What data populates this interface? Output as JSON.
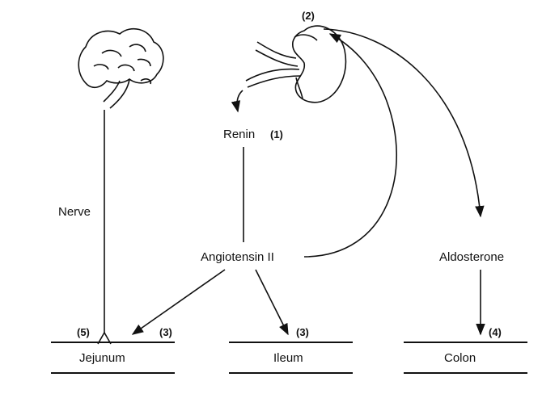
{
  "labels": {
    "nerve": "Nerve",
    "renin": "Renin",
    "angiotensin": "Angiotensin II",
    "aldosterone": "Aldosterone",
    "jejunum": "Jejunum",
    "ileum": "Ileum",
    "colon": "Colon"
  },
  "numbers": {
    "renin": "(1)",
    "kidney": "(2)",
    "jejunum_angiotensin": "(3)",
    "ileum": "(3)",
    "colon": "(4)",
    "jejunum_nerve": "(5)"
  }
}
